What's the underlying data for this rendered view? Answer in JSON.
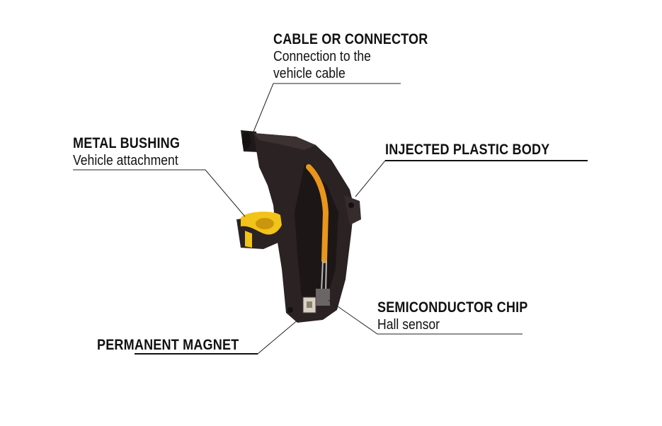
{
  "callouts": {
    "cable": {
      "title": "CABLE OR CONNECTOR",
      "line1": "Connection to the",
      "line2": "vehicle cable"
    },
    "bushing": {
      "title": "METAL BUSHING",
      "subtitle": "Vehicle attachment"
    },
    "body": {
      "title": "INJECTED PLASTIC BODY"
    },
    "chip": {
      "title": "SEMICONDUCTOR CHIP",
      "subtitle": "Hall sensor"
    },
    "magnet": {
      "title": "PERMANENT MAGNET"
    }
  },
  "colors": {
    "housing": "#2b2224",
    "bushing": "#f2c318",
    "cable": "#e8961c",
    "leader": "#222222",
    "text": "#111111"
  }
}
